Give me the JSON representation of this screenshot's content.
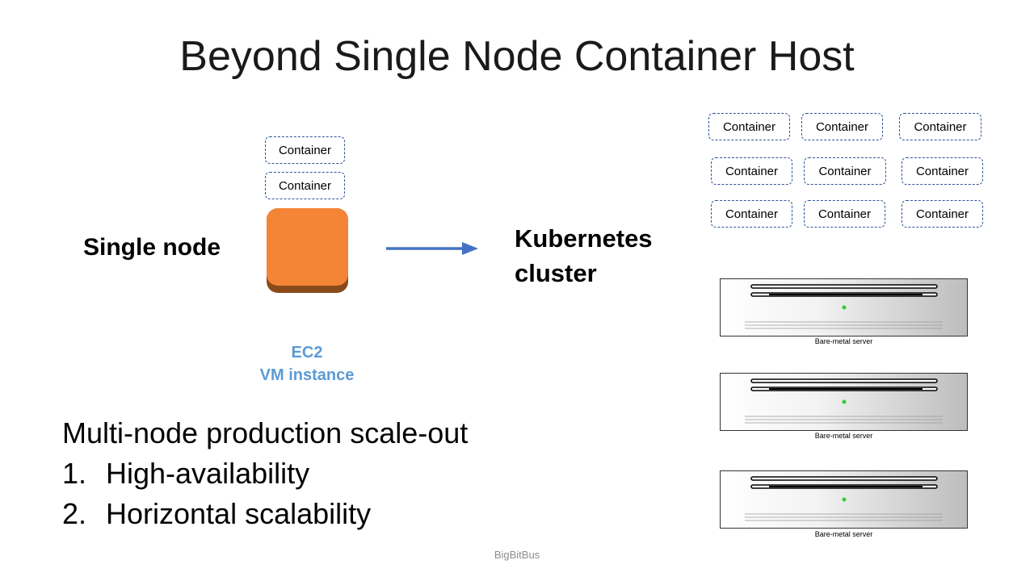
{
  "title": "Beyond Single Node Container Host",
  "single_node": {
    "label": "Single node",
    "containers": [
      "Container",
      "Container"
    ],
    "ec2_caption_line1": "EC2",
    "ec2_caption_line2": "VM instance"
  },
  "kubernetes": {
    "label_line1": "Kubernetes",
    "label_line2": "cluster",
    "containers": [
      "Container",
      "Container",
      "Container",
      "Container",
      "Container",
      "Container",
      "Container",
      "Container",
      "Container"
    ],
    "servers": [
      "Bare-metal server",
      "Bare-metal server",
      "Bare-metal server"
    ]
  },
  "summary": {
    "heading": "Multi-node production scale-out",
    "items": [
      {
        "num": "1.",
        "text": "High-availability"
      },
      {
        "num": "2.",
        "text": "Horizontal scalability"
      }
    ]
  },
  "footer": "BigBitBus",
  "colors": {
    "ec2_orange": "#f58536",
    "ec2_caption": "#5b9bd5",
    "arrow": "#4472c4",
    "container_border": "#2f5597",
    "server_led": "#33cc33"
  }
}
